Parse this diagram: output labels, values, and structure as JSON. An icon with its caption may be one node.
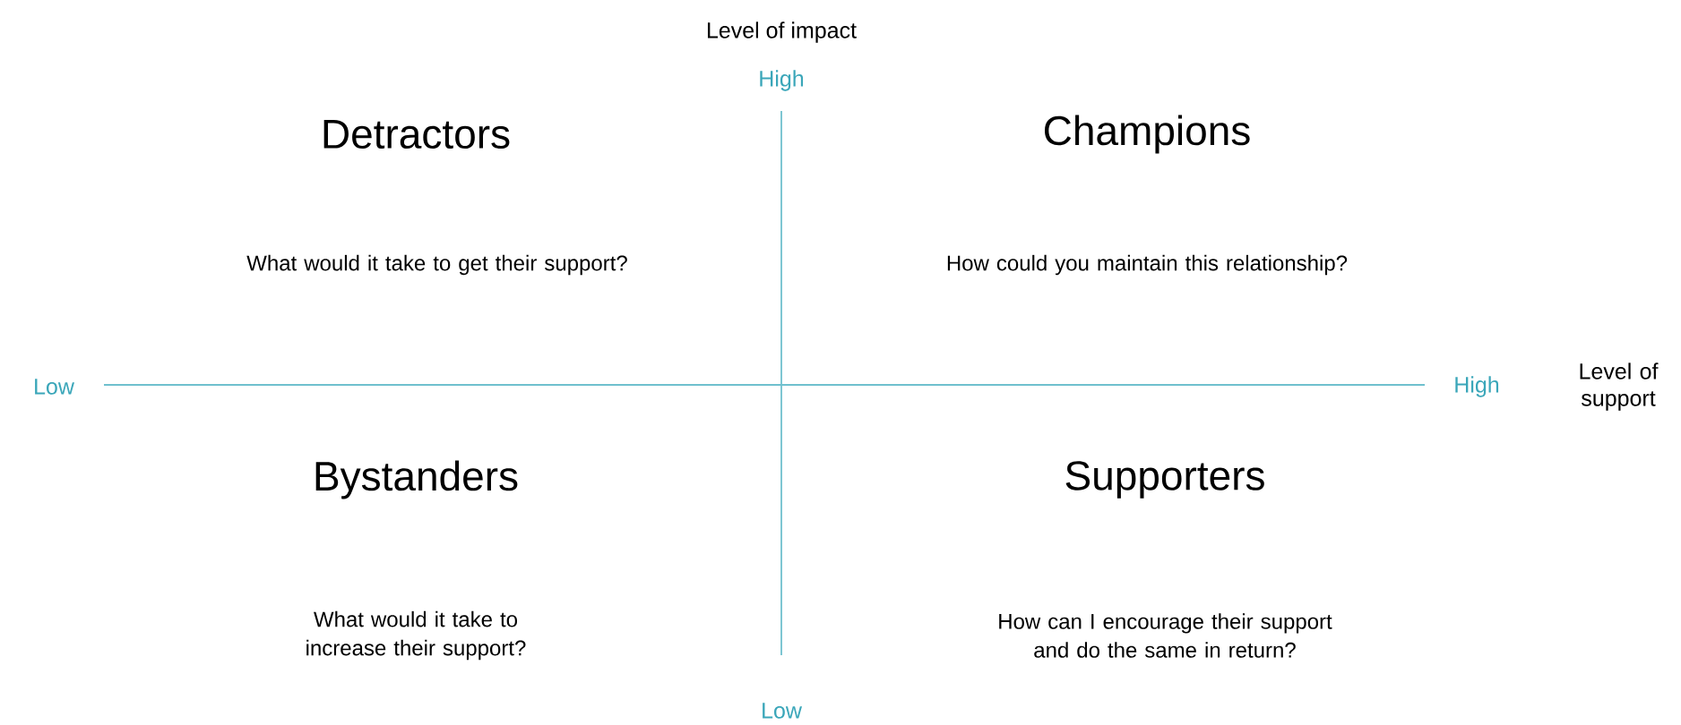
{
  "diagram": {
    "labels": [
      "Level of impact",
      "High",
      "Detractors",
      "Champions",
      "What would it take to get their support?",
      "How could you maintain this relationship?",
      "Low",
      "High",
      "Level of support",
      "Bystanders",
      "Supporters",
      "What would it take to increase their support?",
      "How can I encourage their support and do the same in return?",
      "Low"
    ]
  }
}
